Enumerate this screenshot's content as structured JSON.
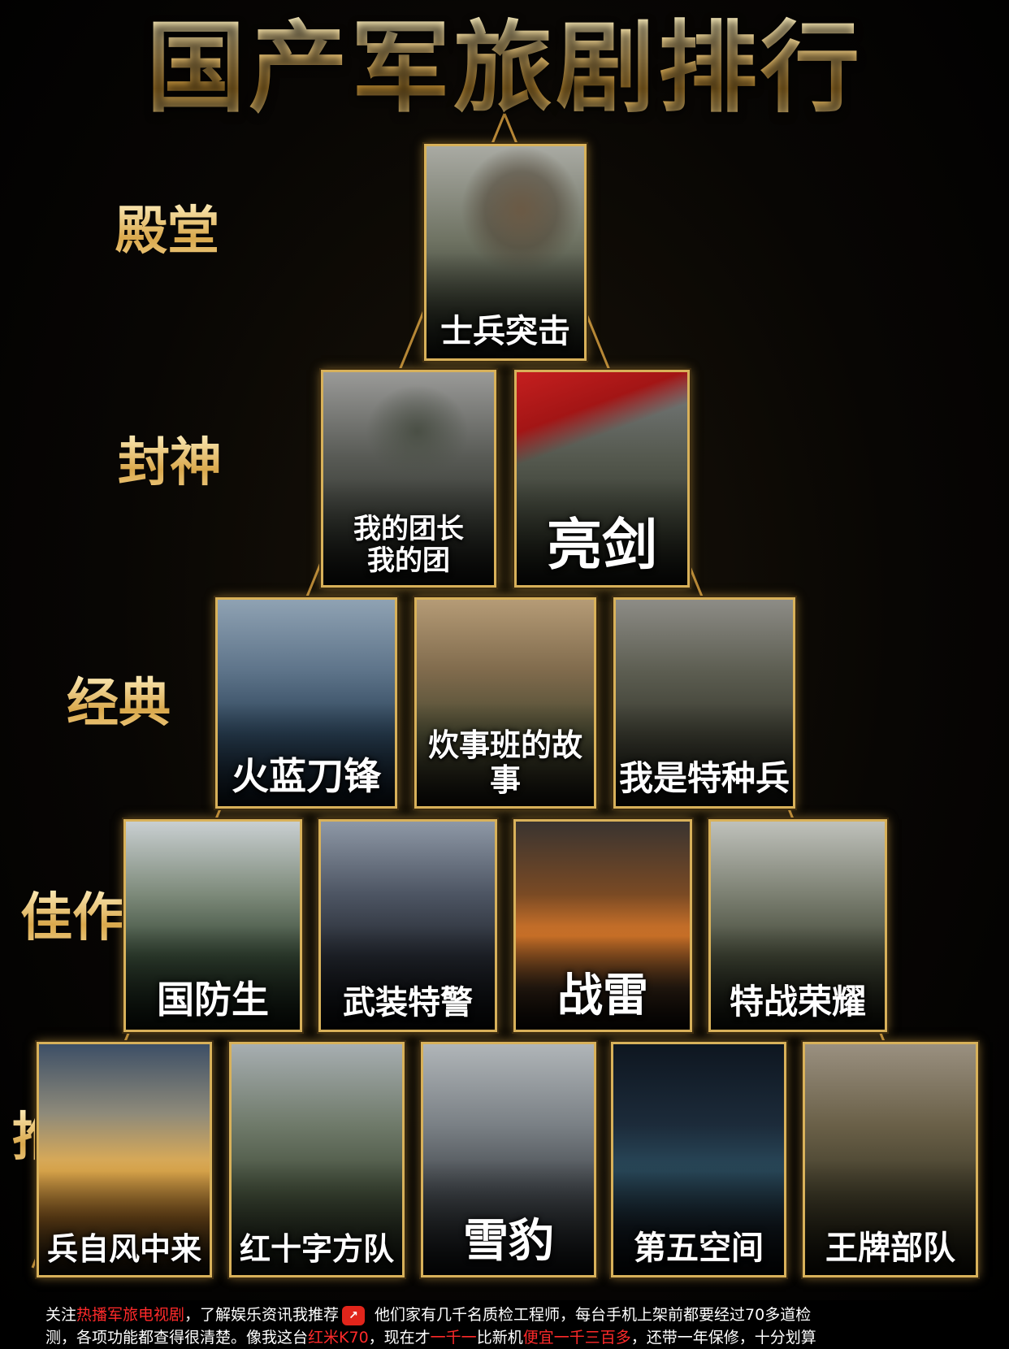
{
  "title": "国产军旅剧排行",
  "tiers": [
    {
      "label": "殿堂",
      "cards": [
        {
          "name": "士兵突击"
        }
      ]
    },
    {
      "label": "封神",
      "cards": [
        {
          "name": "我的团长\n我的团"
        },
        {
          "name": "亮剑"
        }
      ]
    },
    {
      "label": "经典",
      "cards": [
        {
          "name": "火蓝刀锋"
        },
        {
          "name": "炊事班的故事"
        },
        {
          "name": "我是特种兵"
        }
      ]
    },
    {
      "label": "佳作",
      "cards": [
        {
          "name": "国防生"
        },
        {
          "name": "武装特警"
        },
        {
          "name": "战雷"
        },
        {
          "name": "特战荣耀"
        }
      ]
    },
    {
      "label": "推荐",
      "cards": [
        {
          "name": "兵自风中来"
        },
        {
          "name": "红十字方队"
        },
        {
          "name": "雪豹"
        },
        {
          "name": "第五空间"
        },
        {
          "name": "王牌部队"
        }
      ]
    }
  ],
  "footer": {
    "l1_a": "关注",
    "l1_red": "热播军旅电视剧",
    "l1_b": "，了解娱乐资讯我推荐",
    "l1_c": "他们家有几千名质检工程师，每台手机上架前都要经过70多道检",
    "l2_a": "测，各项功能都查得很清楚。像我这台",
    "l2_red1": "红米K70",
    "l2_b": "，现在才",
    "l2_red2": "一千一",
    "l2_c": "比新机",
    "l2_red3": "便宜一千三百多",
    "l2_d": "，还带一年保修，十分划算"
  },
  "colors": {
    "gold": "#d8b15a",
    "accent_red": "#ff2a2a",
    "background": "#000000"
  }
}
